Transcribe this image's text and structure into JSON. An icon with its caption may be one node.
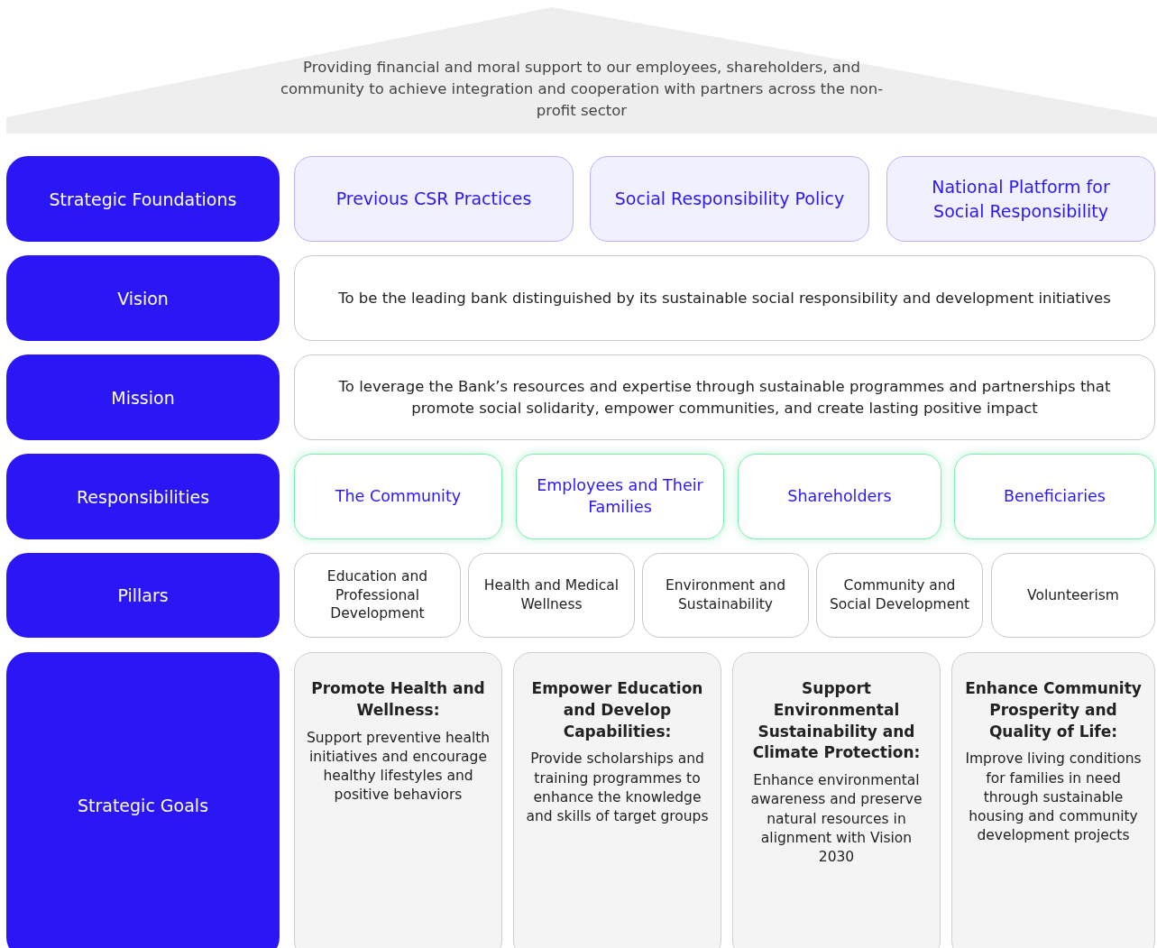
{
  "diagram": {
    "nodes": [
      {
        "text": [
          "Providing financial and moral support to our employees, shareholders, and community to achieve integration and cooperation with partners across the non-profit sector"
        ]
      },
      {
        "text": [
          "Strategic Foundations"
        ]
      },
      {
        "text": [
          "Previous CSR Practices"
        ]
      },
      {
        "text": [
          "Social Responsibility Policy"
        ]
      },
      {
        "text": [
          "National Platform for Social Responsibility"
        ]
      },
      {
        "text": [
          "Vision"
        ]
      },
      {
        "text": [
          "To be the leading bank distinguished by its sustainable social responsibility and development initiatives"
        ]
      },
      {
        "text": [
          "Mission"
        ]
      },
      {
        "text": [
          "To leverage the Bank’s resources and expertise through sustainable programmes and partnerships that promote social solidarity, empower communities, and create lasting positive impact"
        ]
      },
      {
        "text": [
          "Responsibilities"
        ]
      },
      {
        "text": [
          "The Community"
        ]
      },
      {
        "text": [
          "Employees and Their Families"
        ]
      },
      {
        "text": [
          "Shareholders"
        ]
      },
      {
        "text": [
          "Beneficiaries"
        ]
      },
      {
        "text": [
          "Pillars"
        ]
      },
      {
        "text": [
          "Education and Professional Development"
        ]
      },
      {
        "text": [
          "Health and Medical Wellness"
        ]
      },
      {
        "text": [
          "Environment and Sustainability"
        ]
      },
      {
        "text": [
          "Community and Social Development"
        ]
      },
      {
        "text": [
          "Volunteerism"
        ]
      },
      {
        "text": [
          "Strategic Goals"
        ]
      },
      {
        "text": [
          "Promote Health and Wellness:",
          "Support preventive health initiatives and encourage healthy lifestyles and positive behaviors"
        ]
      },
      {
        "text": [
          "Empower Education and Develop Capabilities:",
          "Provide scholarships and training programmes to enhance the knowledge and skills of target groups"
        ]
      },
      {
        "text": [
          "Support Environmental Sustainability and Climate Protection:",
          "Enhance environmental awareness and preserve natural resources in alignment with Vision 2030"
        ]
      },
      {
        "text": [
          "Enhance Community Prosperity and Quality of Life:",
          "Improve living conditions for families in need through sustainable housing and community development projects"
        ]
      }
    ]
  }
}
